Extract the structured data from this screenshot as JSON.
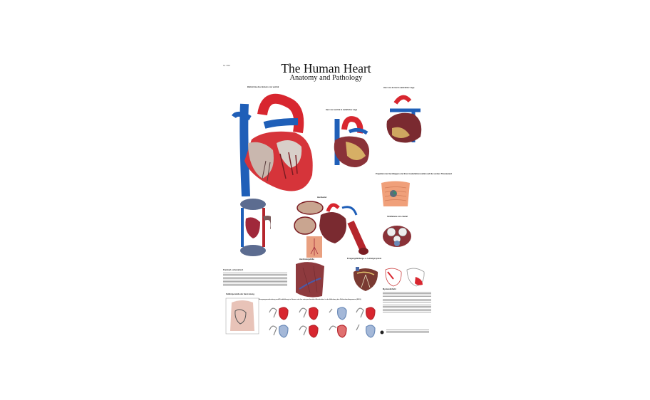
{
  "poster": {
    "code": "Nr. 550",
    "title": "The Human Heart",
    "subtitle": "Anatomy and Pathology",
    "figures": [
      {
        "id": "main-section",
        "caption": "Blutströme des Herzens von ventral"
      },
      {
        "id": "ventral-view",
        "caption": "Herz von ventral in natürlicher Lage"
      },
      {
        "id": "dorsal-view",
        "caption": "Herz von dorsal in natürlicher Lage"
      },
      {
        "id": "thorax-projection",
        "caption": "Projektion der Herzklappen und ihrer Auskultationsstellen auf die vordere Thoraxwand"
      },
      {
        "id": "circulation",
        "caption": "Kreislauf, schematisch"
      },
      {
        "id": "pericardium",
        "caption": "Herzbeutel"
      },
      {
        "id": "valve-plane",
        "caption": "Ventilebene von cranial"
      },
      {
        "id": "coronary",
        "caption": "Herzkranzgefäße"
      },
      {
        "id": "conduction",
        "caption": "Erregungsbildungs- u. Leitungssystem"
      },
      {
        "id": "myocardial",
        "caption": "Myokardinfarkt"
      },
      {
        "id": "heart-projection",
        "caption": "Sollkörperstelle der Herzreizung"
      },
      {
        "id": "ecg-series",
        "caption": "Erregungsausbreitung und Rückbildung im Herzen mit den entsprechenden Abschnitten in der Ableitung des Elektrokardiogramms (EKG)"
      }
    ]
  }
}
